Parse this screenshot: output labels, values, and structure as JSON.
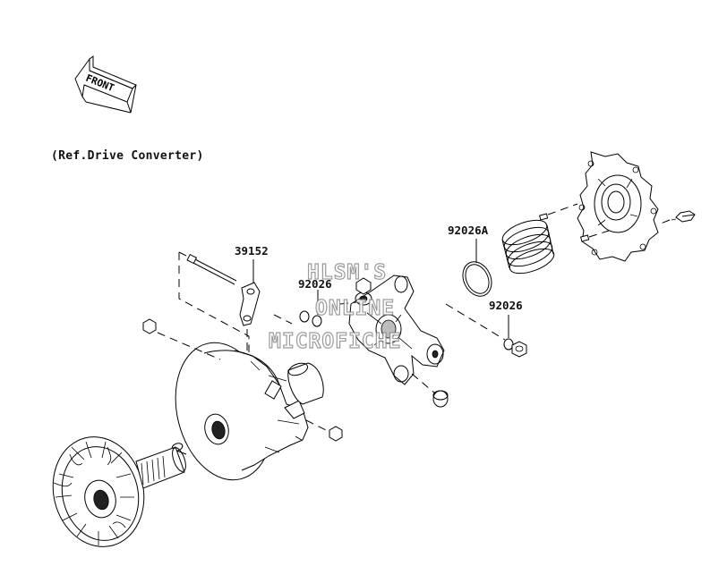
{
  "front_arrow": {
    "label": "FRONT",
    "icon": "front-direction-arrow-icon"
  },
  "reference_note": "(Ref.Drive Converter)",
  "watermark": [
    "HLSM'S",
    "ONLINE",
    "MICROFICHE"
  ],
  "part_labels": {
    "part_39152": "39152",
    "part_92026_left": "92026",
    "part_92026a": "92026A",
    "part_92026_right": "92026"
  },
  "colors": {
    "line": "#000000",
    "background": "#ffffff",
    "watermark_outline": "#8a8a8a"
  }
}
